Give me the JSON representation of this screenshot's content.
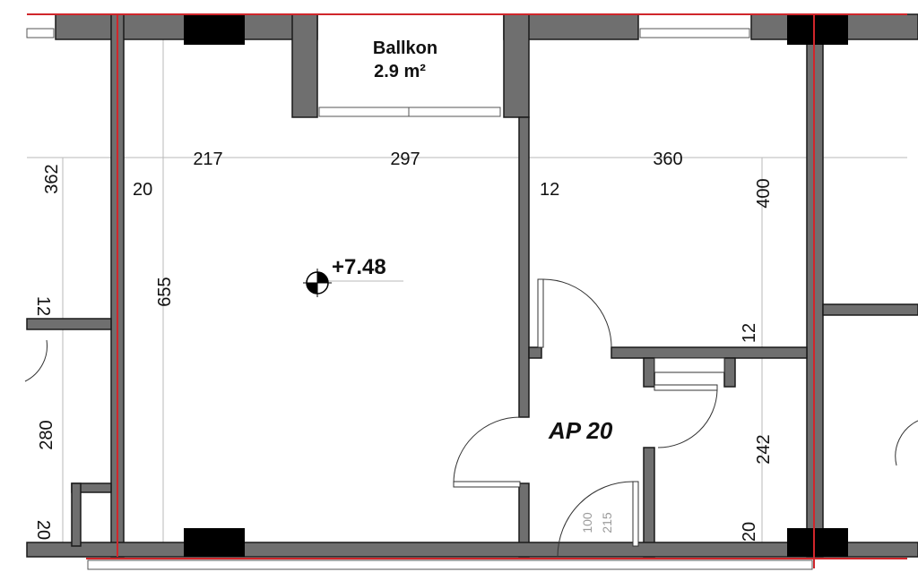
{
  "plan": {
    "apartment_label": "AP 20",
    "level": "+7.48",
    "balcony": {
      "name": "Ballkon",
      "area": "2.9 m²"
    },
    "dimensions": {
      "d217": "217",
      "d297": "297",
      "d360": "360",
      "d362": "362",
      "d20_left": "20",
      "d12_right": "12",
      "d400": "400",
      "d655": "655",
      "d12_mid": "12",
      "d280": "280",
      "d242": "242",
      "d20_bottom": "20",
      "d12_left_edge": "12",
      "d20_left_edge": "20"
    },
    "door_label_lines": [
      "100",
      "215"
    ]
  },
  "colors": {
    "wall": "#6f6f6f",
    "wall_edge": "#1a1a1a",
    "column": "#000000",
    "grid_line": "#d0262b",
    "dim_line": "#b5b5b5",
    "background": "#ffffff"
  }
}
